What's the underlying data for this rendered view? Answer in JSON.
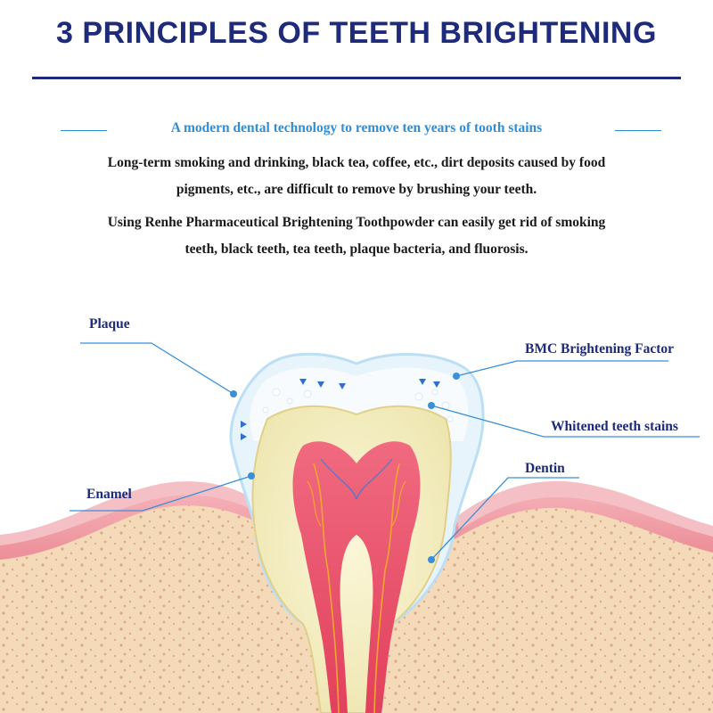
{
  "header": {
    "title": "3 PRINCIPLES OF TEETH BRIGHTENING",
    "subtitle": "A modern dental technology to remove ten years of tooth stains"
  },
  "body": {
    "paragraph_1_line_1": "Long-term smoking and drinking, black tea, coffee, etc., dirt deposits caused by food",
    "paragraph_1_line_2": "pigments, etc., are difficult to remove by brushing your teeth.",
    "paragraph_2_line_1": "Using Renhe Pharmaceutical Brightening Toothpowder can easily get rid of smoking",
    "paragraph_2_line_2": "teeth, black teeth, tea teeth, plaque bacteria, and fluorosis."
  },
  "diagram": {
    "labels": {
      "plaque": "Plaque",
      "bmc": "BMC Brightening Factor",
      "whitened": "Whitened teeth stains",
      "dentin": "Dentin",
      "enamel": "Enamel"
    },
    "colors": {
      "title": "#1e2a7a",
      "accent_blue": "#2e8fd6",
      "gum": "#f0a0a8",
      "bone": "#f3d9b6",
      "pulp": "#e8506a"
    }
  }
}
